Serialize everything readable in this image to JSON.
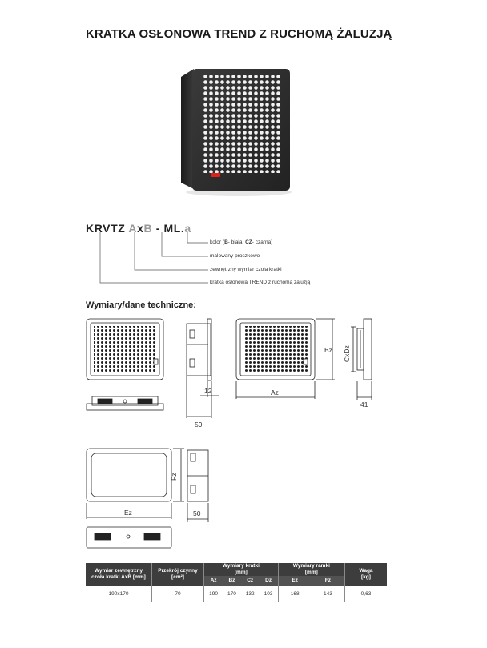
{
  "title": "KRATKA OSŁONOWA TREND Z RUCHOMĄ ŻALUZJĄ",
  "code": {
    "prefix": "KRVTZ ",
    "a": "A",
    "x": "x",
    "b": "B",
    "dash": " - ",
    "ml": "ML",
    "dot": ".",
    "color": "a"
  },
  "legend": {
    "color_pre": "kolor (",
    "color_b": "B",
    "color_mid": "- biała, ",
    "color_cz": "CZ",
    "color_post": "- czarna)",
    "painted": "malowany proszkowo",
    "external": "zewnętrzny wymiar czoła kratki",
    "name": "kratka osłonowa TREND z ruchomą żaluzją"
  },
  "dims_title": "Wymiary/dane techniczne:",
  "drawing_labels": {
    "d12": "12",
    "d59": "59",
    "az": "Az",
    "bz": "Bz",
    "cxdz": "CxDz",
    "d41": "41",
    "fz": "Fz",
    "ez": "Ez",
    "d50": "50"
  },
  "table": {
    "h_outer": [
      "Wymiar zewnętrzny",
      "czoła kratki AxB [mm]"
    ],
    "h_area": [
      "Przekrój czynny",
      "[cm²]"
    ],
    "h_grille": [
      "Wymiary kratki",
      "[mm]"
    ],
    "h_frame": [
      "Wymiary ramki",
      "[mm]"
    ],
    "h_weight": [
      "Waga",
      "[kg]"
    ],
    "sub": [
      "Az",
      "Bz",
      "Cz",
      "Dz",
      "Ez",
      "Fz"
    ],
    "row": [
      "190x170",
      "70",
      "190",
      "170",
      "132",
      "103",
      "168",
      "143",
      "0,63"
    ]
  },
  "colors": {
    "header": "#3d3d3d",
    "product_body": "#2b2b2b",
    "accent_red": "#e0201a"
  }
}
